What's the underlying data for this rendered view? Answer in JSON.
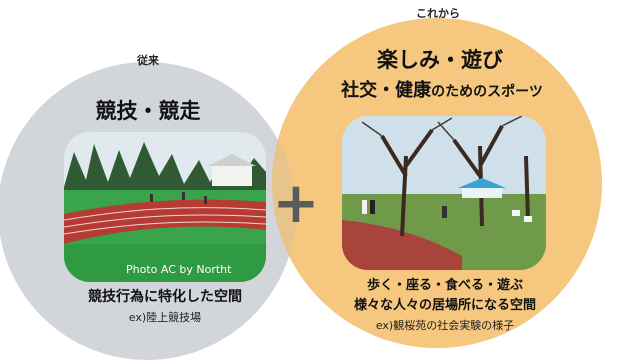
{
  "left": {
    "label": "従来",
    "title": "競技・競走",
    "photo_credit": "Photo AC by Northt",
    "caption": "競技行為に特化した空間",
    "example": "ex)陸上競技場",
    "color": "#d2d6da"
  },
  "right": {
    "label": "これから",
    "title_line1": "楽しみ・遊び",
    "title_line2_main": "社交・健康",
    "title_line2_sub": "のためのスポーツ",
    "caption_line1": "歩く・座る・食べる・遊ぶ",
    "caption_line2": "様々な人々の居場所になる空間",
    "example": "ex)観桜苑の社会実験の様子",
    "color": "#f5c77f"
  },
  "plus_symbol": "+"
}
